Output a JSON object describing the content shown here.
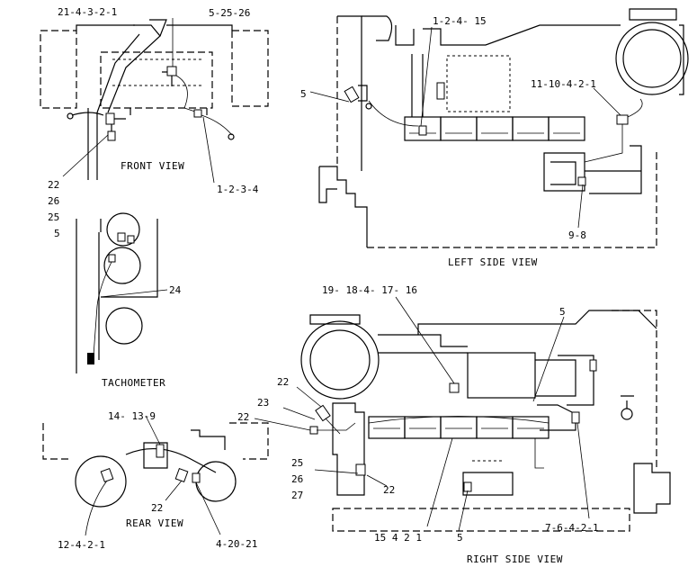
{
  "views": {
    "front": {
      "title": "FRONT VIEW",
      "callouts": {
        "top_left": "21-4-3-2-1",
        "top_right": "5-25-26",
        "bottom_right": "1-2-3-4",
        "left_a": "22",
        "left_b": "26",
        "left_c": "25",
        "left_d": "5"
      }
    },
    "tachometer": {
      "title": "TACHOMETER",
      "callouts": {
        "right": "24"
      }
    },
    "rear": {
      "title": "REAR VIEW",
      "callouts": {
        "top": "14- 13-9",
        "mid": "22",
        "bottom_left": "12-4-2-1",
        "bottom_right": "4-20-21"
      }
    },
    "left_side": {
      "title": "LEFT SIDE VIEW",
      "callouts": {
        "top": "1-2-4- 15",
        "left": "5",
        "right": "11-10-4-2-1",
        "bottom": "9-8"
      }
    },
    "right_side": {
      "title": "RIGHT SIDE VIEW",
      "callouts": {
        "top": "19- 18-4- 17- 16",
        "top_right": "5",
        "left_22a": "22",
        "left_23": "23",
        "left_22b": "22",
        "left_25": "25",
        "left_26": "26",
        "left_27": "27",
        "low_22": "22",
        "bottom_a": "15 4  2  1",
        "bottom_b": "5",
        "bottom_right": "7-6-4-2-1"
      }
    }
  }
}
